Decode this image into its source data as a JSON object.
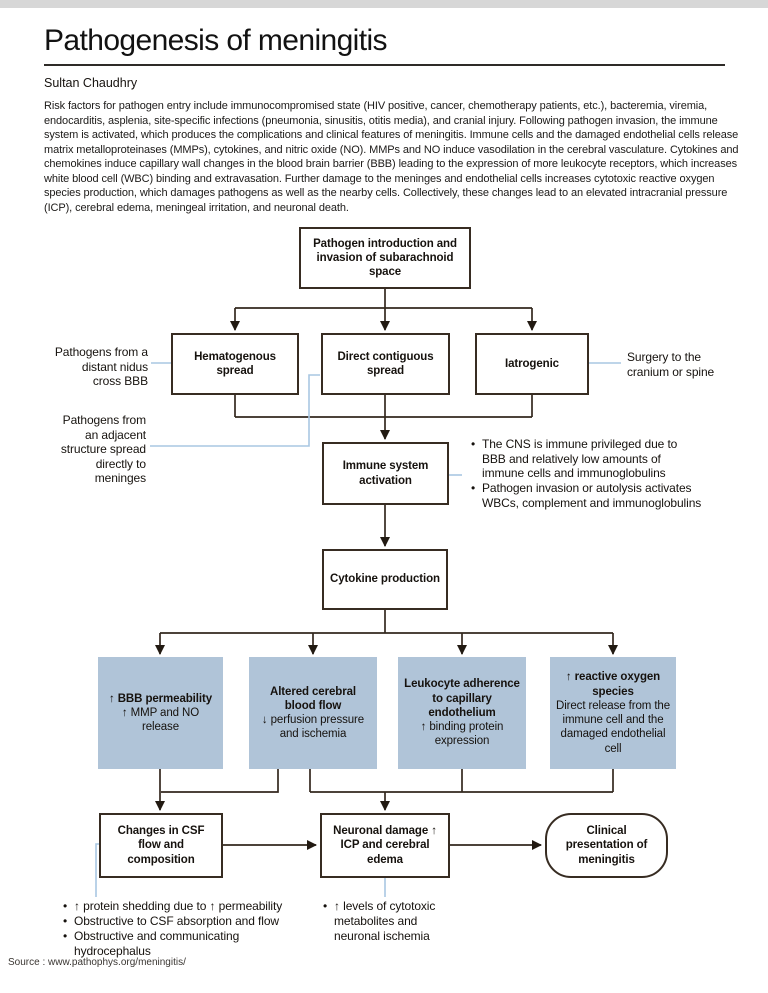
{
  "page": {
    "title": "Pathogenesis of meningitis",
    "author": "Sultan Chaudhry",
    "intro": "Risk factors for pathogen entry include immunocompromised state (HIV positive, cancer, chemotherapy patients, etc.), bacteremia, viremia, endocarditis, asplenia, site-specific infections (pneumonia, sinusitis, otitis media), and cranial injury. Following pathogen invasion, the immune system is activated, which produces the complications and clinical features of meningitis. Immune cells and the damaged endothelial cells release matrix metalloproteinases (MMPs), cytokines, and nitric oxide (NO). MMPs and NO induce vasodilation in the cerebral vasculature. Cytokines and chemokines induce capillary wall changes in the blood brain barrier (BBB) leading to the expression of more leukocyte receptors, which increases white blood cell (WBC) binding and extravasation. Further damage to the meninges and endothelial cells increases cytotoxic reactive oxygen species production, which damages pathogens as well as the nearby cells. Collectively, these changes lead to an elevated intracranial pressure (ICP), cerebral edema, meningeal irritation, and neuronal death.",
    "source": "Source : www.pathophys.org/meningitis/"
  },
  "flow": {
    "pathogen_intro": "Pathogen introduction and invasion of subarachnoid space",
    "hematogenous": "Hematogenous spread",
    "direct_contiguous": "Direct contiguous spread",
    "iatrogenic": "Iatrogenic",
    "immune_activation": "Immune system activation",
    "cytokine_production": "Cytokine production",
    "bbb": {
      "title": "↑ BBB permeability",
      "sub": "↑ MMP and NO release"
    },
    "cbf": {
      "title": "Altered cerebral blood flow",
      "sub": "↓ perfusion pressure and ischemia"
    },
    "leukocyte": {
      "title": "Leukocyte adherence to capillary endothelium",
      "sub": "↑ binding protein expression"
    },
    "ros": {
      "title": "↑ reactive oxygen species",
      "sub": "Direct release from the immune cell and the damaged endothelial cell"
    },
    "csf_changes": "Changes in CSF flow and composition",
    "neuronal_damage": "Neuronal damage ↑ ICP and cerebral edema",
    "clinical": "Clinical presentation of meningitis"
  },
  "notes": {
    "distant_nidus": "Pathogens from a distant nidus cross BBB",
    "adjacent_structure": "Pathogens from an adjacent structure spread directly to meninges",
    "surgery": "Surgery to the cranium or spine",
    "immune": [
      "The CNS is immune privileged due to BBB and relatively low amounts of immune cells and immunoglobulins",
      "Pathogen invasion or autolysis activates WBCs, complement and immunoglobulins"
    ],
    "csf": [
      "↑ protein shedding due to ↑ permeability",
      "Obstructive to CSF absorption and flow",
      "Obstructive and communicating hydrocephalus"
    ],
    "neuronal": [
      "↑ levels of cytotoxic metabolites and neuronal ischemia"
    ]
  },
  "colors": {
    "node_blue": "#b0c4d8",
    "connector_blue": "#a9c7e2",
    "line_dark": "#33281e"
  }
}
